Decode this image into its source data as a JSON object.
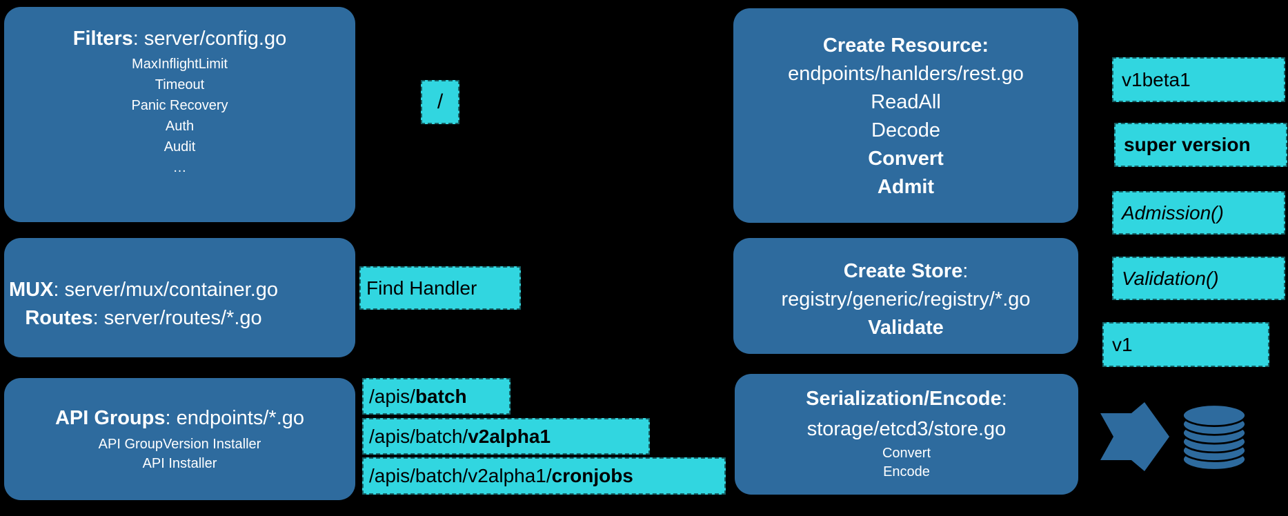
{
  "diagram": {
    "colors": {
      "box_blue": "#2e6b9e",
      "label_cyan": "#31d6e0",
      "text_on_blue": "#ffffff",
      "text_on_cyan": "#000000",
      "background": "#000000"
    },
    "boxes": {
      "filters": {
        "title_bold": "Filters",
        "title_rest": ": server/config.go",
        "items": [
          "MaxInflightLimit",
          "Timeout",
          "Panic Recovery",
          "Auth",
          "Audit",
          "…"
        ]
      },
      "mux": {
        "line1_bold": "MUX",
        "line1_rest": ": server/mux/container.go",
        "line2_bold": "Routes",
        "line2_rest": ": server/routes/*.go"
      },
      "api_groups": {
        "title_bold": "API Groups",
        "title_rest": ": endpoints/*.go",
        "items": [
          "API GroupVersion Installer",
          "API Installer"
        ]
      },
      "create_resource": {
        "title": "Create Resource:",
        "path": "endpoints/hanlders/rest.go",
        "step1": "ReadAll",
        "step2": "Decode",
        "step3": "Convert",
        "step4": "Admit"
      },
      "create_store": {
        "title_bold": "Create Store",
        "title_rest": ":",
        "path": "registry/generic/registry/*.go",
        "step1": "Validate"
      },
      "serialization": {
        "title_bold": "Serialization/Encode",
        "title_rest": ":",
        "path": "storage/etcd3/store.go",
        "step1": "Convert",
        "step2": "Encode"
      }
    },
    "labels": {
      "slash": "/",
      "find_handler": "Find Handler",
      "apis_batch_prefix": "/apis/",
      "apis_batch_bold": "batch",
      "apis_v2alpha1_prefix": "/apis/batch/",
      "apis_v2alpha1_bold": "v2alpha1",
      "apis_cronjobs_prefix": "/apis/batch/v2alpha1/",
      "apis_cronjobs_bold": "cronjobs",
      "v1beta1": "v1beta1",
      "super_version": "super version",
      "admission": "Admission()",
      "validation": "Validation()",
      "v1": "v1"
    },
    "icons": {
      "arrow": "flow-arrow",
      "database": "etcd-database"
    }
  }
}
